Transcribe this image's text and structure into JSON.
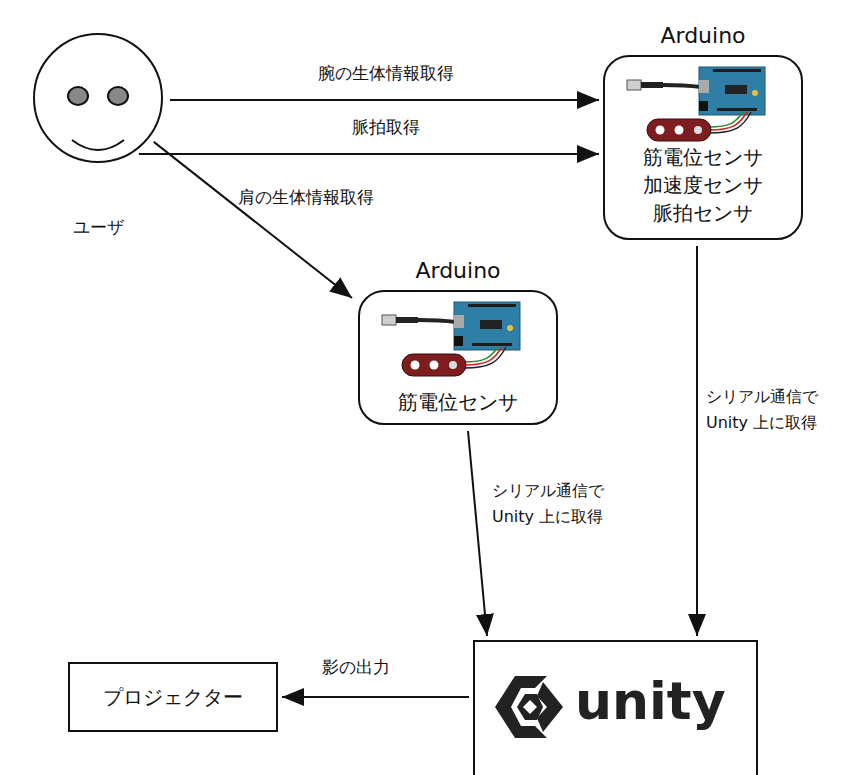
{
  "diagram": {
    "nodes": [
      {
        "text": [
          "ユーザ"
        ]
      },
      {
        "text": [
          "Arduino",
          "筋電位センサ",
          "加速度センサ",
          "脈拍センサ"
        ]
      },
      {
        "text": [
          "Arduino",
          "筋電位センサ"
        ]
      },
      {
        "text": [
          "unity"
        ]
      },
      {
        "text": [
          "プロジェクター"
        ]
      }
    ],
    "edges": [
      {
        "from": 0,
        "to": 1,
        "arrow": "to",
        "label": "腕の生体情報取得"
      },
      {
        "from": 0,
        "to": 1,
        "arrow": "to",
        "label": "脈拍取得"
      },
      {
        "from": 0,
        "to": 2,
        "arrow": "to",
        "label": "肩の生体情報取得"
      },
      {
        "from": 1,
        "to": 3,
        "arrow": "to",
        "label": "シリアル通信で Unity 上に取得"
      },
      {
        "from": 2,
        "to": 3,
        "arrow": "to",
        "label": "シリアル通信で Unity 上に取得"
      },
      {
        "from": 3,
        "to": 4,
        "arrow": "to",
        "label": "影の出力"
      }
    ]
  }
}
